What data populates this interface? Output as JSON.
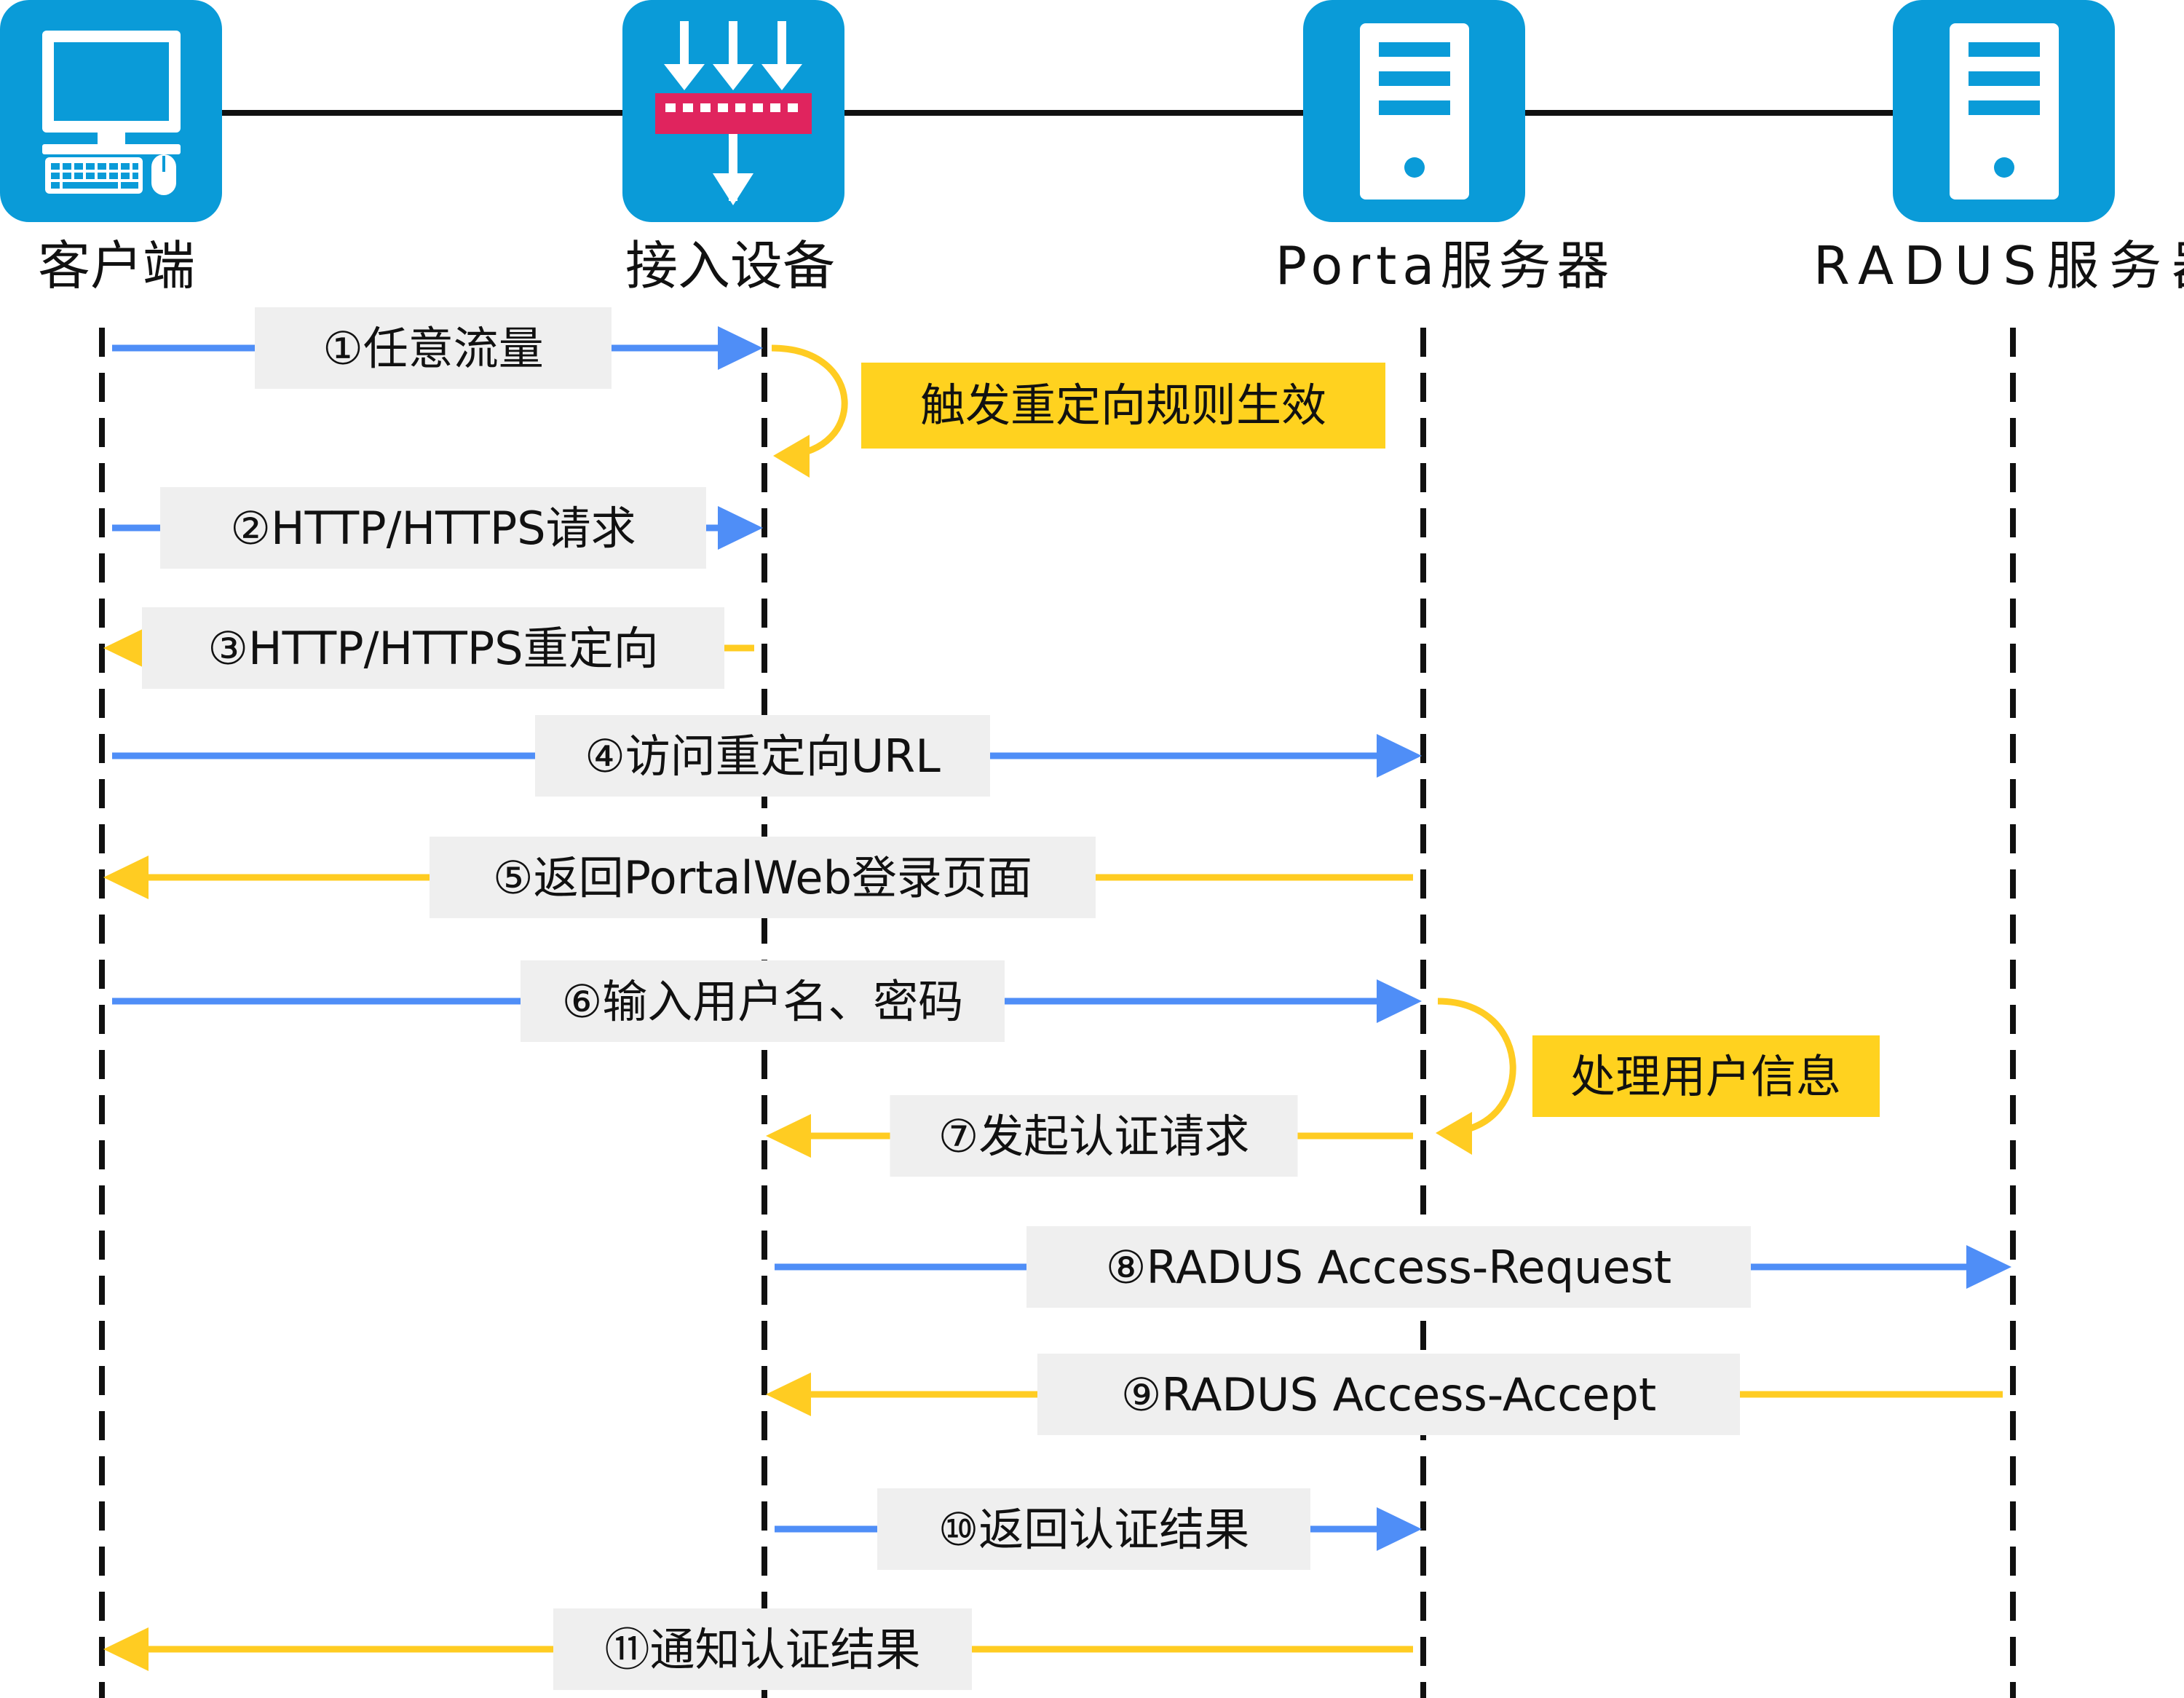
{
  "colors": {
    "request": "#4F8EF7",
    "response": "#FFCC22",
    "icon_bg": "#0A9BD8",
    "label_bg": "#EFEFEF",
    "note_bg": "#FFD21F",
    "firewall": "#E0245E",
    "lifeline": "#111111"
  },
  "nodes": [
    {
      "id": "client",
      "label": "客户端",
      "icon": "desktop-computer-icon"
    },
    {
      "id": "access",
      "label": "接入设备",
      "icon": "firewall-icon"
    },
    {
      "id": "portal",
      "label": "Porta服务器",
      "icon": "server-icon"
    },
    {
      "id": "radius",
      "label": "RADUS服务器",
      "icon": "server-icon"
    }
  ],
  "messages": [
    {
      "n": 1,
      "label": "①任意流量",
      "from": "client",
      "to": "access",
      "kind": "request"
    },
    {
      "n": 2,
      "label": "②HTTP/HTTPS请求",
      "from": "client",
      "to": "access",
      "kind": "request"
    },
    {
      "n": 3,
      "label": "③HTTP/HTTPS重定向",
      "from": "access",
      "to": "client",
      "kind": "response"
    },
    {
      "n": 4,
      "label": "④访问重定向URL",
      "from": "client",
      "to": "portal",
      "kind": "request"
    },
    {
      "n": 5,
      "label": "⑤返回PortalWeb登录页面",
      "from": "portal",
      "to": "client",
      "kind": "response"
    },
    {
      "n": 6,
      "label": "⑥输入用户名、密码",
      "from": "client",
      "to": "portal",
      "kind": "request"
    },
    {
      "n": 7,
      "label": "⑦发起认证请求",
      "from": "portal",
      "to": "access",
      "kind": "response"
    },
    {
      "n": 8,
      "label": "⑧RADUS Access-Request",
      "from": "access",
      "to": "radius",
      "kind": "request"
    },
    {
      "n": 9,
      "label": "⑨RADUS Access-Accept",
      "from": "radius",
      "to": "access",
      "kind": "response"
    },
    {
      "n": 10,
      "label": "⑩返回认证结果",
      "from": "access",
      "to": "portal",
      "kind": "request"
    },
    {
      "n": 11,
      "label": "⑪通知认证结果",
      "from": "portal",
      "to": "client",
      "kind": "response"
    }
  ],
  "notes": [
    {
      "label": "触发重定向规则生效",
      "at": "access"
    },
    {
      "label": "处理用户信息",
      "at": "portal"
    }
  ]
}
